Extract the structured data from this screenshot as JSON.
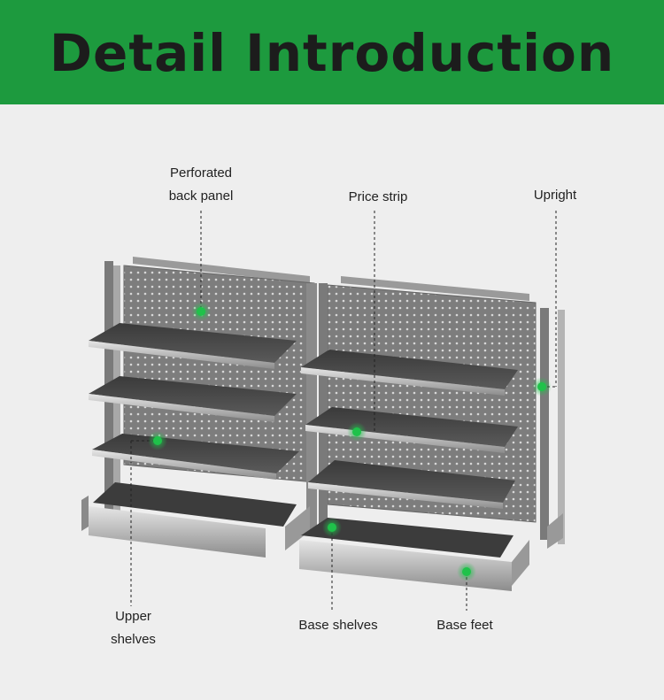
{
  "header": {
    "title": "Detail Introduction",
    "background_color": "#1d9a3e"
  },
  "labels": {
    "perforated_line1": "Perforated",
    "perforated_line2": "back panel",
    "price_strip": "Price strip",
    "upright": "Upright",
    "upper_line1": "Upper",
    "upper_line2": "shelves",
    "base_shelves": "Base shelves",
    "base_feet": "Base feet"
  },
  "marker_color": "#1fc24a"
}
